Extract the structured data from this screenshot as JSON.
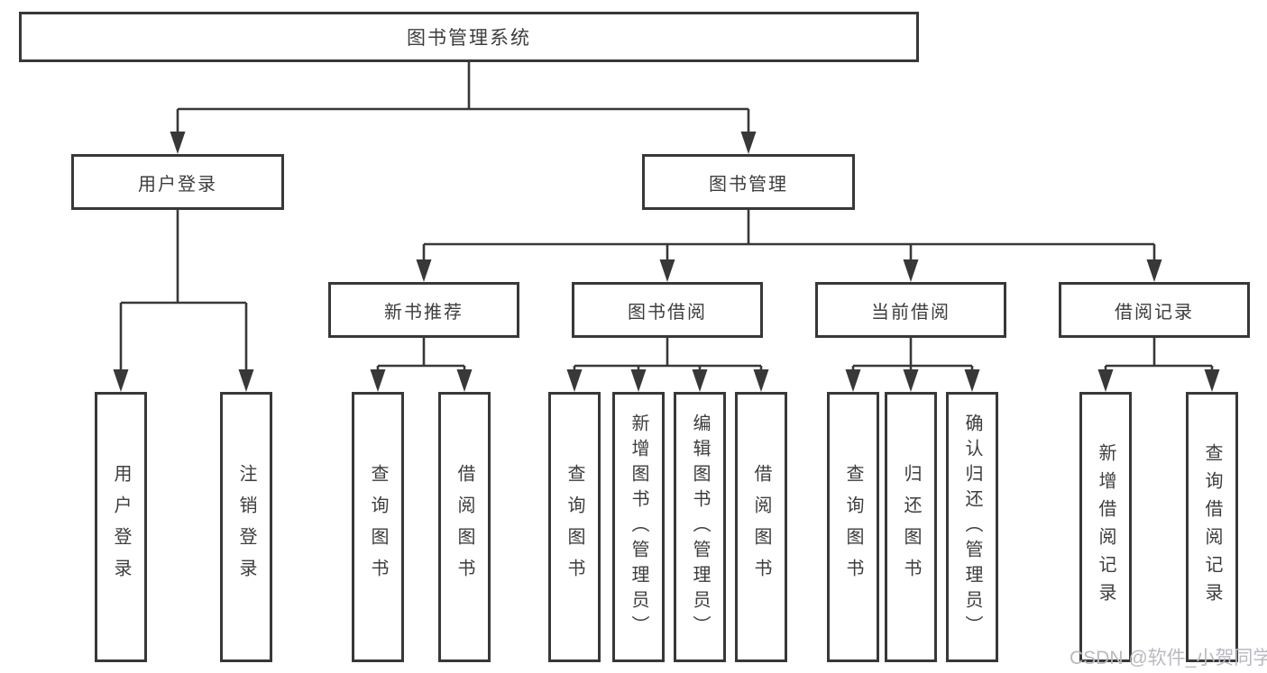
{
  "diagram": {
    "root": {
      "label": "图书管理系统"
    },
    "branches": [
      {
        "label": "用户登录",
        "children": [
          {
            "label": "用户登录"
          },
          {
            "label": "注销登录"
          }
        ]
      },
      {
        "label": "图书管理",
        "children": [
          {
            "label": "新书推荐",
            "children": [
              {
                "label": "查询图书"
              },
              {
                "label": "借阅图书"
              }
            ]
          },
          {
            "label": "图书借阅",
            "children": [
              {
                "label": "查询图书"
              },
              {
                "label": "新增图书（管理员）"
              },
              {
                "label": "编辑图书（管理员）"
              },
              {
                "label": "借阅图书"
              }
            ]
          },
          {
            "label": "当前借阅",
            "children": [
              {
                "label": "查询图书"
              },
              {
                "label": "归还图书"
              },
              {
                "label": "确认归还（管理员）"
              }
            ]
          },
          {
            "label": "借阅记录",
            "children": [
              {
                "label": "新增借阅记录"
              },
              {
                "label": "查询借阅记录"
              }
            ]
          }
        ]
      }
    ],
    "watermark": "CSDN @软件_小贺同学",
    "colors": {
      "line": "#383838",
      "text": "#3d3d3d",
      "background": "#ffffff",
      "watermark": "#b7babf"
    }
  }
}
